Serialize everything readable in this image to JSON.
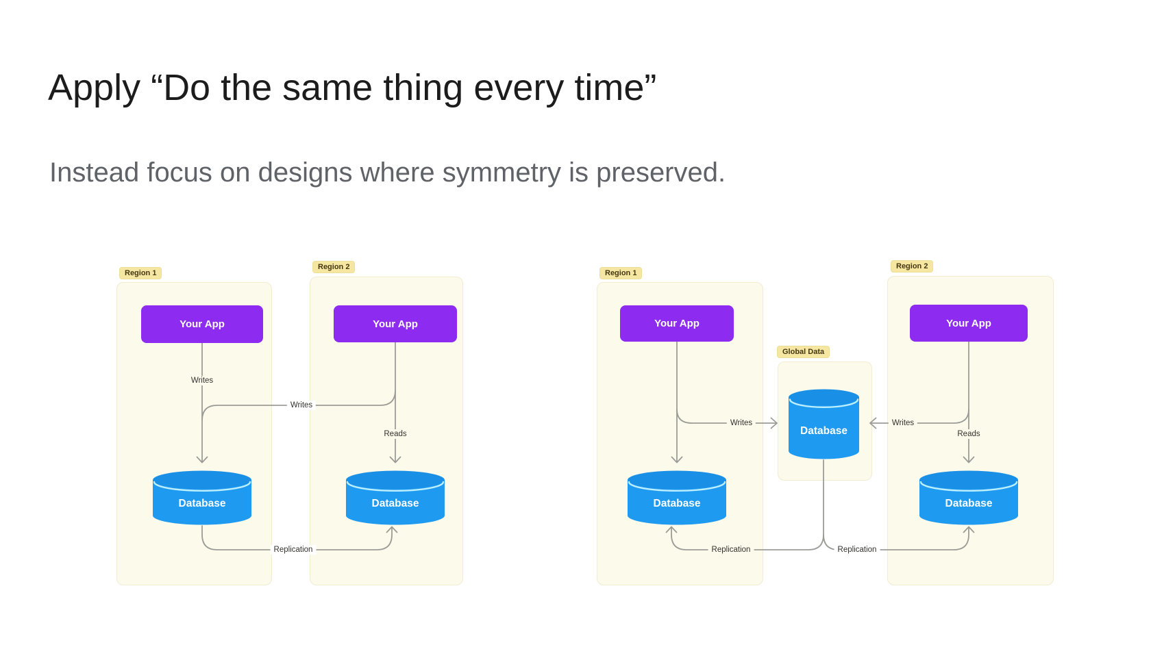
{
  "title": "Apply “Do the same thing every time”",
  "subtitle": "Instead focus on designs where symmetry is preserved.",
  "left_diagram": {
    "region1": {
      "badge": "Region 1",
      "app": "Your App",
      "db": "Database"
    },
    "region2": {
      "badge": "Region 2",
      "app": "Your App",
      "db": "Database"
    },
    "labels": {
      "writes_local": "Writes",
      "writes_cross": "Writes",
      "reads": "Reads",
      "replication": "Replication"
    }
  },
  "right_diagram": {
    "region1": {
      "badge": "Region 1",
      "app": "Your App",
      "db": "Database"
    },
    "global_data": {
      "badge": "Global Data",
      "db": "Database"
    },
    "region2": {
      "badge": "Region 2",
      "app": "Your App",
      "db": "Database"
    },
    "labels": {
      "writes_from_region1": "Writes",
      "writes_from_region2": "Writes",
      "reads": "Reads",
      "replication_to_region1": "Replication",
      "replication_to_region2": "Replication"
    }
  },
  "colors": {
    "accent_purple": "#8d2bf1",
    "database_blue": "#1e9af1",
    "database_blue_top": "#1a8fe6",
    "database_rim_highlight": "#bcefff",
    "region_fill": "#fcfaeb",
    "region_border": "#f2ecd1",
    "badge_fill": "#f5e7a1",
    "badge_text": "#453711",
    "connector_gray": "#9c9c97",
    "title_text": "#1c1c1c",
    "subtitle_text": "#5f6368"
  }
}
